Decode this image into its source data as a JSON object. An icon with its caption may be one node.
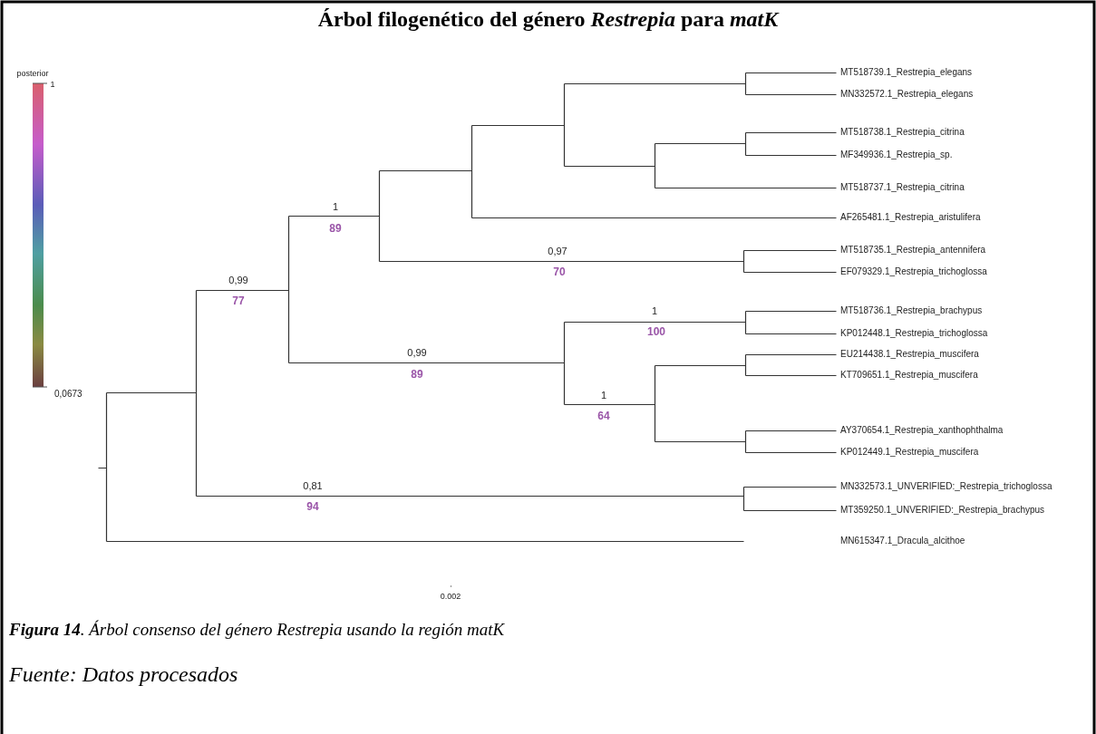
{
  "diagram": {
    "title": "Árbol filogenético del género *Restrepia* para *matK*",
    "caption": "**Figura 14**. Árbol consenso del género Restrepia usando la región matK",
    "labels": [
      "posterior",
      "1",
      "MT518739.1_Restrepia_elegans",
      "MN332572.1_Restrepia_elegans",
      "MT518738.1_Restrepia_citrina",
      "MF349936.1_Restrepia_sp.",
      "MT518737.1_Restrepia_citrina",
      "1",
      "AF265481.1_Restrepia_aristulifera",
      "89",
      "0,97",
      "MT518735.1_Restrepia_antennifera",
      "70",
      "EF079329.1_Restrepia_trichoglossa",
      "0,99",
      "77",
      "1",
      "MT518736.1_Restrepia_brachypus",
      "100",
      "KP012448.1_Restrepia_trichoglossa",
      "0,99",
      "EU214438.1_Restrepia_muscifera",
      "89",
      "KT709651.1_Restrepia_muscifera",
      "0,0673",
      "1",
      "64",
      "AY370654.1_Restrepia_xanthophthalma",
      "KP012449.1_Restrepia_muscifera",
      "0,81",
      "MN332573.1_UNVERIFIED:_Restrepia_trichoglossa",
      "94",
      "MT359250.1_UNVERIFIED:_Restrepia_brachypus",
      "MN615347.1_Dracula_alcithoe",
      "0.002",
      "Fuente: Datos procesados"
    ]
  }
}
